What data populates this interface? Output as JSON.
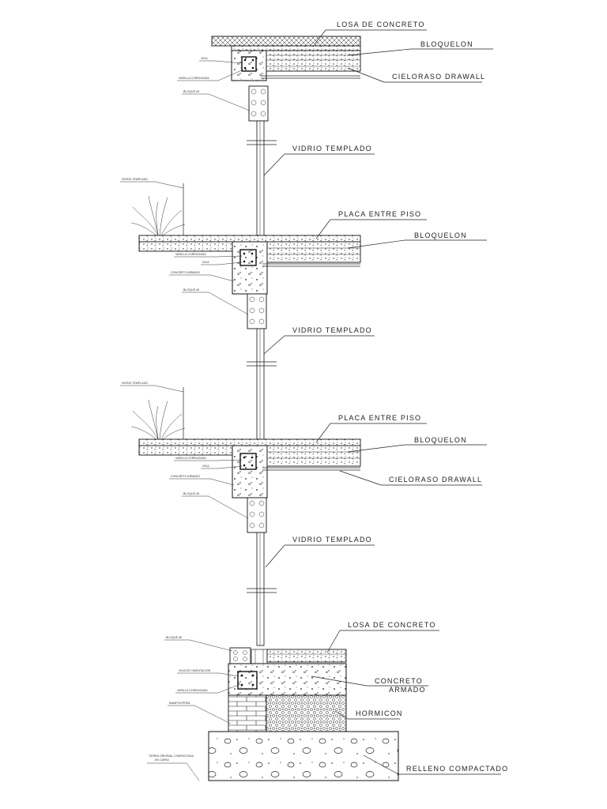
{
  "labels": {
    "losa_de_concreto_top": "LOSA DE CONCRETO",
    "bloquelon_top": "BLOQUELON",
    "cieloraso_drawall_top": "CIELORASO DRAWALL",
    "vidrio_templado_1": "VIDRIO TEMPLADO",
    "placa_entre_piso_1": "PLACA ENTRE PISO",
    "bloquelon_1": "BLOQUELON",
    "vidrio_templado_2": "VIDRIO TEMPLADO",
    "placa_entre_piso_2": "PLACA ENTRE PISO",
    "bloquelon_2": "BLOQUELON",
    "cieloraso_drawall_2": "CIELORASO DRAWALL",
    "vidrio_templado_3": "VIDRIO TEMPLADO",
    "losa_de_concreto_base": "LOSA DE CONCRETO",
    "concreto_armado_line1": "CONCRETO",
    "concreto_armado_line2": "ARMADO",
    "hormicon": "HORMICON",
    "relleno_compactado": "RELLENO COMPACTADO"
  },
  "small_labels": {
    "viga_top": "VIGA",
    "varilla_corrugada_top": "VARILLA CORRUGADA",
    "bloque_top": "BLOQUE #5",
    "vidrio_templado_small_1": "VIDRIO TEMPLADO",
    "varilla_corrugada_1": "VARILLA CORRUGADA",
    "viga_1": "VIGA",
    "concreto_armado_1": "CONCRETO ARMADO",
    "bloque_1": "BLOQUE #5",
    "vidrio_templado_small_2": "VIDRIO TEMPLADO",
    "varilla_corrugada_2": "VARILLA CORRUGADA",
    "viga_2": "VIGA",
    "concreto_armado_2": "CONCRETO ARMADO",
    "bloque_2": "BLOQUE #5",
    "bloque_base": "BLOQUE #5",
    "viga_cimentacion": "VIGA DE CIMENTACION",
    "varilla_corrugada_base": "VARILLA CORRUGADA",
    "mamposteria": "MAMPOSTERIA",
    "terreno_line1": "TIERRA ORIGINAL COMPACTADA",
    "terreno_line2": "EN CAPAS"
  },
  "colors": {
    "line": "#222222",
    "background": "#ffffff"
  }
}
